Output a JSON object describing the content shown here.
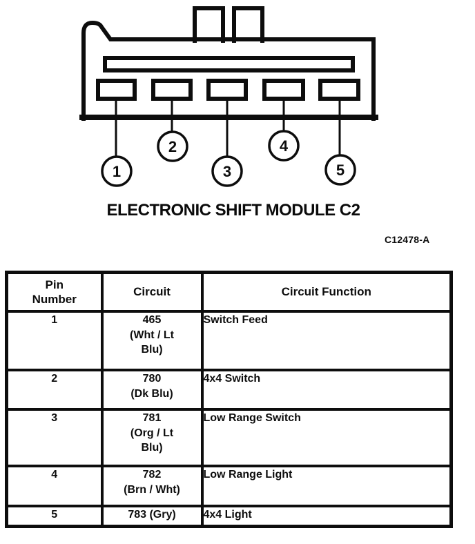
{
  "diagram": {
    "title": "ELECTRONIC SHIFT MODULE C2",
    "figure_code": "C12478-A",
    "pin_labels": [
      "1",
      "2",
      "3",
      "4",
      "5"
    ]
  },
  "table": {
    "headers": {
      "pin": "Pin\nNumber",
      "circuit": "Circuit",
      "function": "Circuit Function"
    },
    "rows": [
      {
        "pin": "1",
        "circuit": "465\n(Wht / Lt\nBlu)",
        "function": "Switch Feed"
      },
      {
        "pin": "2",
        "circuit": "780\n(Dk Blu)",
        "function": "4x4 Switch"
      },
      {
        "pin": "3",
        "circuit": "781\n(Org / Lt\nBlu)",
        "function": "Low Range Switch"
      },
      {
        "pin": "4",
        "circuit": "782\n(Brn / Wht)",
        "function": "Low Range Light"
      },
      {
        "pin": "5",
        "circuit": "783 (Gry)",
        "function": "4x4 Light"
      }
    ]
  },
  "colors": {
    "ink": "#0d0d0d",
    "paper": "#ffffff"
  }
}
